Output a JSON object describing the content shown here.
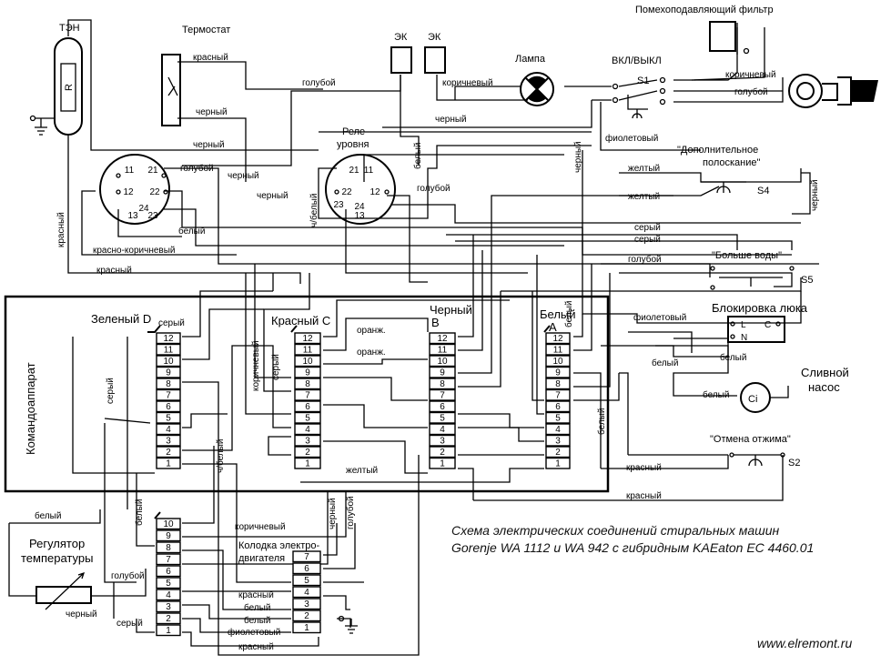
{
  "components": {
    "heater": "ТЭН",
    "resistor": "R",
    "thermostat": "Термостат",
    "ek1": "ЭК",
    "ek2": "ЭК",
    "lamp": "Лампа",
    "onoff": "ВКЛ/ВЫКЛ",
    "s1": "S1",
    "filter": "Помехоподавляющий фильтр",
    "level_relay_1": "Реле",
    "level_relay_2": "уровня",
    "extra_rinse_1": "\"Дополнительное",
    "extra_rinse_2": "полоскание\"",
    "s4": "S4",
    "more_water": "\"Больше воды\"",
    "s5": "S5",
    "door_lock": "Блокировка люка",
    "drain_pump_1": "Сливной",
    "drain_pump_2": "насос",
    "pump_ci": "Ci",
    "spin_cancel": "\"Отмена отжима\"",
    "s2": "S2",
    "controller": "Командоаппарат",
    "green_d": "Зеленый D",
    "red_c": "Красный C",
    "black_b_1": "Черный",
    "black_b_2": "B",
    "white_a_1": "Белый",
    "white_a_2": "A",
    "temp_reg_1": "Регулятор",
    "temp_reg_2": "температуры",
    "motor_block_1": "Колодка электро-",
    "motor_block_2": "двигателя"
  },
  "terminals": {
    "l": "L",
    "n": "N",
    "c": "C"
  },
  "relay_pins": [
    "11",
    "21",
    "12",
    "22",
    "24",
    "13",
    "23"
  ],
  "relay_pins_2": [
    "21",
    "11",
    "22",
    "12",
    "23",
    "24",
    "13"
  ],
  "connector_pins_12": [
    "12",
    "11",
    "10",
    "9",
    "8",
    "7",
    "6",
    "5",
    "4",
    "3",
    "2",
    "1"
  ],
  "connector_pins_10": [
    "10",
    "9",
    "8",
    "7",
    "6",
    "5",
    "4",
    "3",
    "2",
    "1"
  ],
  "connector_pins_7": [
    "7",
    "6",
    "5",
    "4",
    "3",
    "2",
    "1"
  ],
  "wire_labels": {
    "krasny_thermo": "красный",
    "cherny_thermo": "черный",
    "goluboy_top": "голубой",
    "korichnevy_ek": "коричневый",
    "cherny_top": "черный",
    "korichnevy_filter": "коричневый",
    "goluboy_filter": "голубой",
    "fioletovy_top": "фиолетовый",
    "cherny_mid": "черный",
    "goluboy_relay": "голубой",
    "cherny_relay": "черный",
    "cherny_relay2": "черный",
    "beliy_vert": "белый",
    "goluboy_r2": "голубой",
    "cherny_vert": "черный",
    "zheltiy_1": "желтый",
    "zheltiy_2": "желтый",
    "cherny_right": "черный",
    "krasny_left": "красный",
    "beliy_r1": "белый",
    "chbeliy": "ч/белый",
    "krasno_korichnevy": "красно-коричневый",
    "krasny_mid": "красный",
    "seriy_1": "серый",
    "seriy_2": "серый",
    "goluboy_s5": "голубой",
    "seriy_d": "серый",
    "oranzh_1": "оранж.",
    "oranzh_2": "оранж.",
    "fioletovy_lock": "фиолетовый",
    "beliy_a_1": "белый",
    "beliy_a_2": "белый",
    "beliy_pump": "белый",
    "seriy_left": "серый",
    "korichnevy_c": "коричневый",
    "seriy_c": "серый",
    "chbeliy_2": "ч/белый",
    "zheltiy_b": "желтый",
    "krasny_s2_1": "красный",
    "krasny_s2_2": "красный",
    "beliy_bottom": "белый",
    "beliy_vert2": "белый",
    "goluboy_reg": "голубой",
    "cherny_reg": "черный",
    "seriy_bottom": "серый",
    "korichnevy_bottom": "коричневый",
    "cherny_bottom": "черный",
    "goluboy_bottom": "голубой",
    "krasny_m1": "красный",
    "beliy_m1": "белый",
    "beliy_m2": "белый",
    "fioletovy_m": "фиолетовый",
    "krasny_m2": "красный",
    "beliy_d": "белый"
  },
  "caption_line1": "Схема электрических соединений стиральных машин",
  "caption_line2": "Gorenje WA 1112 и WA 942 с гибридным KAEaton EC 4460.01",
  "website": "www.elremont.ru"
}
